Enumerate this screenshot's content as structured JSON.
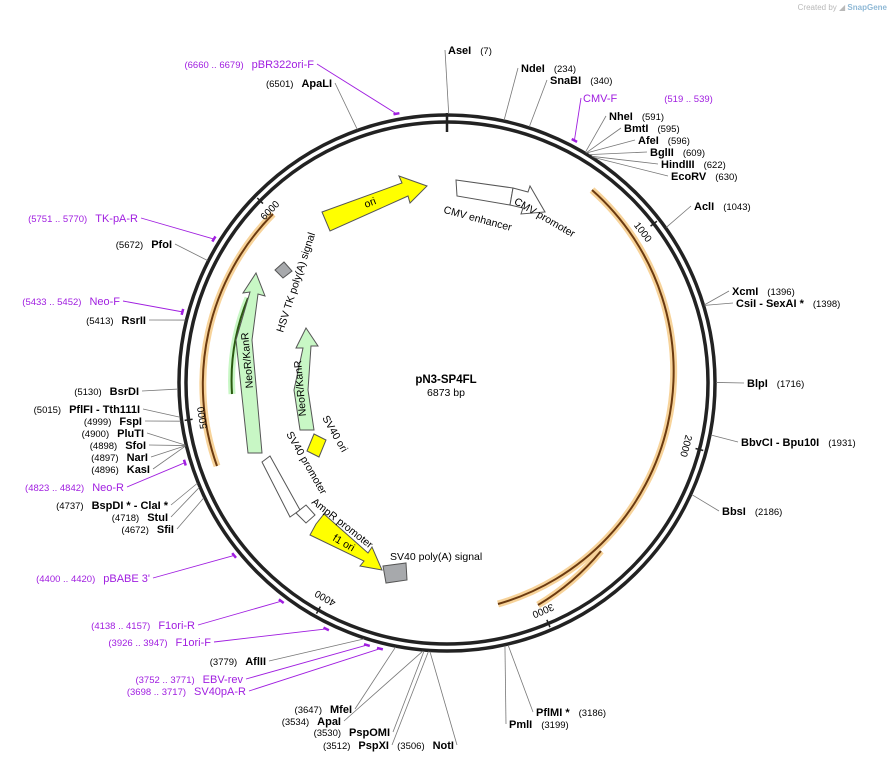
{
  "credit": {
    "prefix": "Created by",
    "brand": "SnapGene"
  },
  "plasmid": {
    "name": "pN3-SP4FL",
    "length_label": "6873 bp",
    "length": 6873
  },
  "colors": {
    "primer": "#a01ee0",
    "orf_fill": "#c8f7c5",
    "ori_fill": "#ffff00",
    "promoter_fill": "#ffffff",
    "polyA_fill": "#a7a9ac",
    "orange": "#f0a030"
  },
  "ticks": [
    {
      "pos": 1000,
      "label": "1000"
    },
    {
      "pos": 2000,
      "label": "2000"
    },
    {
      "pos": 3000,
      "label": "3000"
    },
    {
      "pos": 4000,
      "label": "4000"
    },
    {
      "pos": 5000,
      "label": "5000"
    },
    {
      "pos": 6000,
      "label": "6000"
    }
  ],
  "sites": [
    {
      "name": "AseI",
      "pos": "(7)",
      "bp": 7
    },
    {
      "name": "NdeI",
      "pos": "(234)",
      "bp": 234
    },
    {
      "name": "SnaBI",
      "pos": "(340)",
      "bp": 340
    },
    {
      "name": "NheI",
      "pos": "(591)",
      "bp": 591
    },
    {
      "name": "BmtI",
      "pos": "(595)",
      "bp": 595
    },
    {
      "name": "AfeI",
      "pos": "(596)",
      "bp": 596
    },
    {
      "name": "BglII",
      "pos": "(609)",
      "bp": 609
    },
    {
      "name": "HindIII",
      "pos": "(622)",
      "bp": 622
    },
    {
      "name": "EcoRV",
      "pos": "(630)",
      "bp": 630
    },
    {
      "name": "AclI",
      "pos": "(1043)",
      "bp": 1043
    },
    {
      "name": "XcmI",
      "pos": "(1396)",
      "bp": 1396
    },
    {
      "name": "CsiI  - SexAI *",
      "pos": "(1398)",
      "bp": 1398
    },
    {
      "name": "BlpI",
      "pos": "(1716)",
      "bp": 1716
    },
    {
      "name": "BbvCI  - Bpu10I",
      "pos": "(1931)",
      "bp": 1931
    },
    {
      "name": "BbsI",
      "pos": "(2186)",
      "bp": 2186
    },
    {
      "name": "PflMI *",
      "pos": "(3186)",
      "bp": 3186
    },
    {
      "name": "PmlI",
      "pos": "(3199)",
      "bp": 3199
    },
    {
      "name": "NotI",
      "pos": "(3506)",
      "bp": 3506
    },
    {
      "name": "PspXI",
      "pos": "(3512)",
      "bp": 3512
    },
    {
      "name": "PspOMI",
      "pos": "(3530)",
      "bp": 3530
    },
    {
      "name": "ApaI",
      "pos": "(3534)",
      "bp": 3534
    },
    {
      "name": "MfeI",
      "pos": "(3647)",
      "bp": 3647
    },
    {
      "name": "AflII",
      "pos": "(3779)",
      "bp": 3779
    },
    {
      "name": "SfiI",
      "pos": "(4672)",
      "bp": 4672
    },
    {
      "name": "StuI",
      "pos": "(4718)",
      "bp": 4718
    },
    {
      "name": "BspDI *  - ClaI *",
      "pos": "(4737)",
      "bp": 4737
    },
    {
      "name": "KasI",
      "pos": "(4896)",
      "bp": 4896
    },
    {
      "name": "NarI",
      "pos": "(4897)",
      "bp": 4897
    },
    {
      "name": "SfoI",
      "pos": "(4898)",
      "bp": 4898
    },
    {
      "name": "PluTI",
      "pos": "(4900)",
      "bp": 4900
    },
    {
      "name": "FspI",
      "pos": "(4999)",
      "bp": 4999
    },
    {
      "name": "PflFI  - Tth111I",
      "pos": "(5015)",
      "bp": 5015
    },
    {
      "name": "BsrDI",
      "pos": "(5130)",
      "bp": 5130
    },
    {
      "name": "RsrII",
      "pos": "(5413)",
      "bp": 5413
    },
    {
      "name": "PfoI",
      "pos": "(5672)",
      "bp": 5672
    },
    {
      "name": "ApaLI",
      "pos": "(6501)",
      "bp": 6501
    }
  ],
  "primers": [
    {
      "name": "pBR322ori-F",
      "pos": "(6660 .. 6679)",
      "bp": 6670
    },
    {
      "name": "CMV-F",
      "pos": "(519 .. 539)",
      "bp": 529
    },
    {
      "name": "TK-pA-R",
      "pos": "(5751 .. 5770)",
      "bp": 5760
    },
    {
      "name": "Neo-F",
      "pos": "(5433 .. 5452)",
      "bp": 5442
    },
    {
      "name": "Neo-R",
      "pos": "(4823 .. 4842)",
      "bp": 4832
    },
    {
      "name": "pBABE 3'",
      "pos": "(4400 .. 4420)",
      "bp": 4410
    },
    {
      "name": "F1ori-R",
      "pos": "(4138 .. 4157)",
      "bp": 4147
    },
    {
      "name": "F1ori-F",
      "pos": "(3926 .. 3947)",
      "bp": 3936
    },
    {
      "name": "EBV-rev",
      "pos": "(3752 .. 3771)",
      "bp": 3761
    },
    {
      "name": "SV40pA-R",
      "pos": "(3698 .. 3717)",
      "bp": 3707
    }
  ],
  "features": [
    {
      "label": "ori"
    },
    {
      "label": "CMV enhancer"
    },
    {
      "label": "CMV promoter"
    },
    {
      "label": "HSV TK poly(A) signal"
    },
    {
      "label": "NeoR/KanR"
    },
    {
      "label": "NeoR/KanR"
    },
    {
      "label": "SV40 ori"
    },
    {
      "label": "SV40 promoter"
    },
    {
      "label": "AmpR promoter"
    },
    {
      "label": "f1 ori"
    },
    {
      "label": "SV40 poly(A) signal"
    }
  ]
}
